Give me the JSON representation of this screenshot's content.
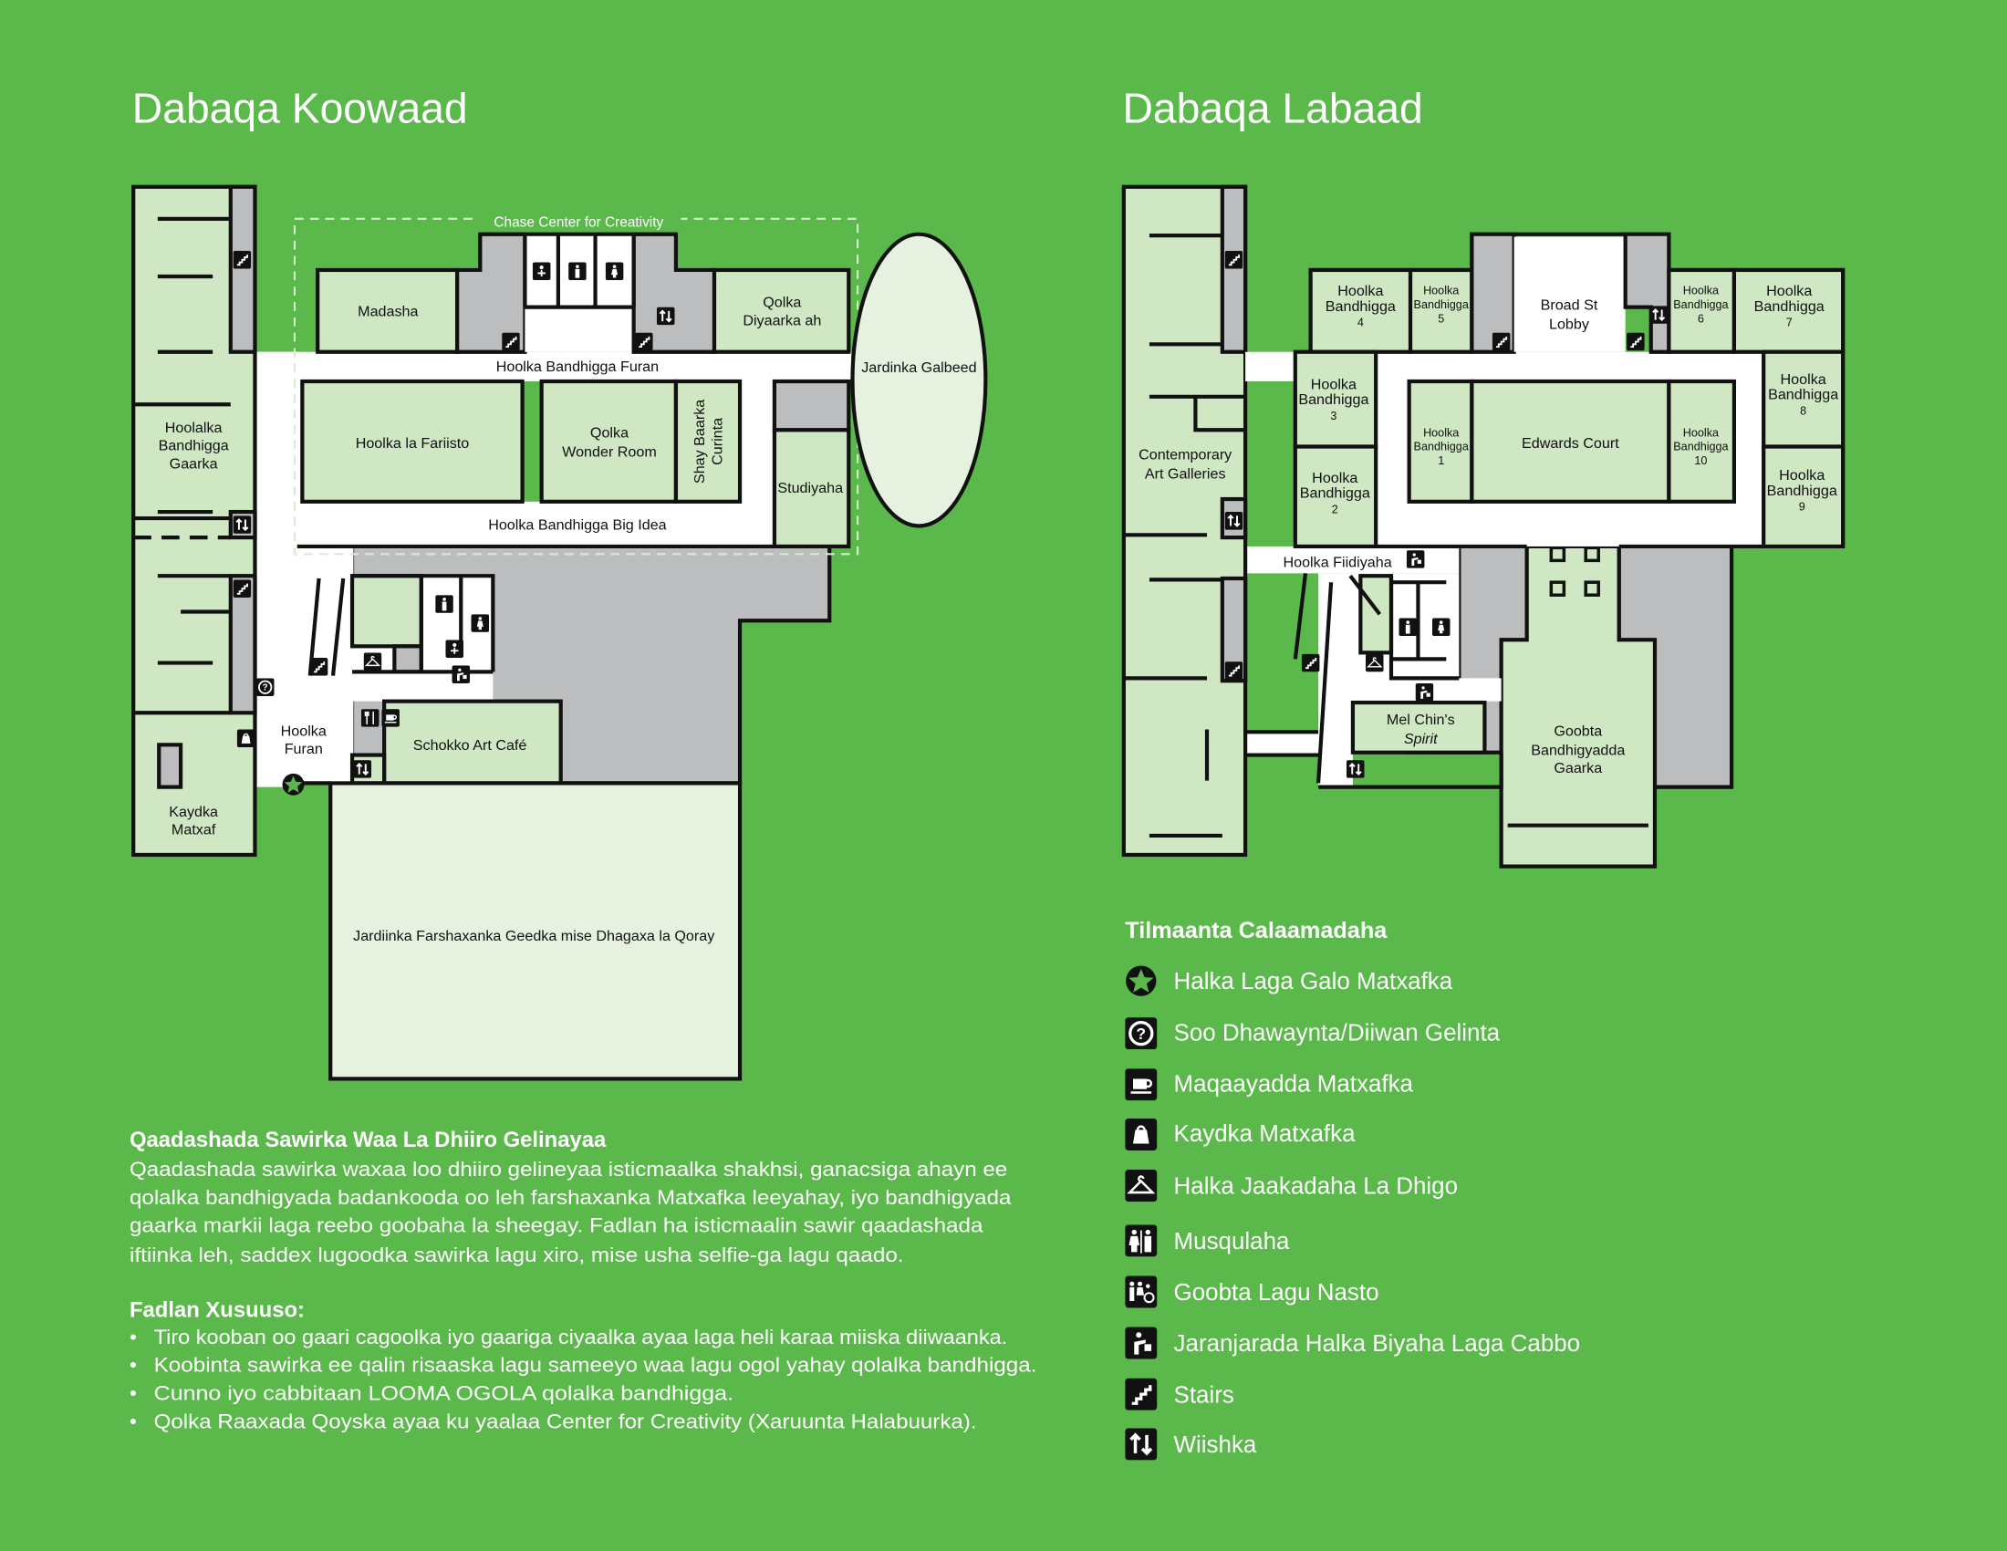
{
  "floor1": {
    "title": "Dabaqa Koowaad",
    "chase_center": "Chase Center for Creativity",
    "rooms": {
      "madasha": "Madasha",
      "qolka_diyaarka": [
        "Qolka",
        "Diyaarka ah"
      ],
      "furan_gallery": "Hoolka Bandhigga Furan",
      "jardinka_galbeed": "Jardinka Galbeed",
      "fariisto": "Hoolka la Fariisto",
      "wonder_room": [
        "Qolka",
        "Wonder Room"
      ],
      "shay_baarka": [
        "Shay Baarka",
        "Curinta"
      ],
      "studiyaha": "Studiyaha",
      "big_idea": "Hoolka Bandhigga Big Idea",
      "gaarka": [
        "Hoolalka",
        "Bandhigga",
        "Gaarka"
      ],
      "hoolka_furan": [
        "Hoolka",
        "Furan"
      ],
      "cafe": "Schokko Art Café",
      "kaydka": [
        "Kaydka",
        "Matxaf"
      ],
      "sculpture_garden": "Jardiinka Farshaxanka Geedka mise Dhagaxa la Qoray"
    }
  },
  "floor2": {
    "title": "Dabaqa Labaad",
    "rooms": {
      "hb4": [
        "Hoolka",
        "Bandhigga",
        "4"
      ],
      "hb5": [
        "Hoolka",
        "Bandhigga",
        "5"
      ],
      "broad_st": [
        "Broad St",
        "Lobby"
      ],
      "hb6": [
        "Hoolka",
        "Bandhigga",
        "6"
      ],
      "hb7": [
        "Hoolka",
        "Bandhigga",
        "7"
      ],
      "hb3": [
        "Hoolka",
        "Bandhigga",
        "3"
      ],
      "hb1": [
        "Hoolka",
        "Bandhigga",
        "1"
      ],
      "edwards": "Edwards Court",
      "hb10": [
        "Hoolka",
        "Bandhigga",
        "10"
      ],
      "hb8": [
        "Hoolka",
        "Bandhigga",
        "8"
      ],
      "hb2": [
        "Hoolka",
        "Bandhigga",
        "2"
      ],
      "hb9": [
        "Hoolka",
        "Bandhigga",
        "9"
      ],
      "contemporary": [
        "Contemporary",
        "Art Galleries"
      ],
      "fiidiyaha": "Hoolka Fiidiyaha",
      "mel_chin": [
        "Mel Chin's",
        "Spirit"
      ],
      "goobta": [
        "Goobta",
        "Bandhigyadda",
        "Gaarka"
      ]
    }
  },
  "photo": {
    "heading": "Qaadashada Sawirka Waa La Dhiiro Gelinayaa",
    "lines": [
      "Qaadashada sawirka waxaa loo dhiiro gelineyaa isticmaalka shakhsi, ganacsiga ahayn ee",
      "qolalka bandhigyada badankooda oo leh farshaxanka Matxafka leeyahay, iyo bandhigyada",
      "gaarka markii laga reebo goobaha la sheegay. Fadlan ha isticmaalin sawir qaadashada",
      "iftiinka leh, saddex lugoodka sawirka lagu xiro, mise usha selfie-ga lagu qaado."
    ]
  },
  "notes": {
    "heading": "Fadlan Xusuuso:",
    "bullets": [
      "Tiro kooban oo gaari cagoolka iyo gaariga ciyaalka ayaa laga heli karaa miiska diiwaanka.",
      "Koobinta sawirka ee qalin risaaska lagu sameeyo waa lagu ogol yahay qolalka bandhigga.",
      "Cunno iyo cabbitaan LOOMA OGOLA qolalka bandhigga.",
      "Qolka Raaxada Qoyska ayaa ku yaalaa Center for Creativity (Xaruunta Halabuurka)."
    ]
  },
  "legend": {
    "title": "Tilmaanta Calaamadaha",
    "items": [
      {
        "icon": "entrance-star",
        "label": "Halka Laga Galo Matxafka"
      },
      {
        "icon": "question",
        "label": "Soo Dhawaynta/Diiwan Gelinta"
      },
      {
        "icon": "cafe-cup",
        "label": "Maqaayadda Matxafka"
      },
      {
        "icon": "shopping-bag",
        "label": "Kaydka Matxafka"
      },
      {
        "icon": "coat-hanger",
        "label": "Halka Jaakadaha La Dhigo"
      },
      {
        "icon": "restroom",
        "label": "Musqulaha"
      },
      {
        "icon": "family-restroom",
        "label": "Goobta Lagu Nasto"
      },
      {
        "icon": "water-fountain",
        "label": "Jaranjarada Halka Biyaha Laga Cabbo"
      },
      {
        "icon": "stairs",
        "label": "Stairs"
      },
      {
        "icon": "elevator",
        "label": "Wiishka"
      }
    ]
  },
  "colors": {
    "background": "#5bb84b",
    "room": "#cfe7c3",
    "service": "#bcbdbf",
    "garden": "#e6f2df",
    "wall": "#111111"
  }
}
